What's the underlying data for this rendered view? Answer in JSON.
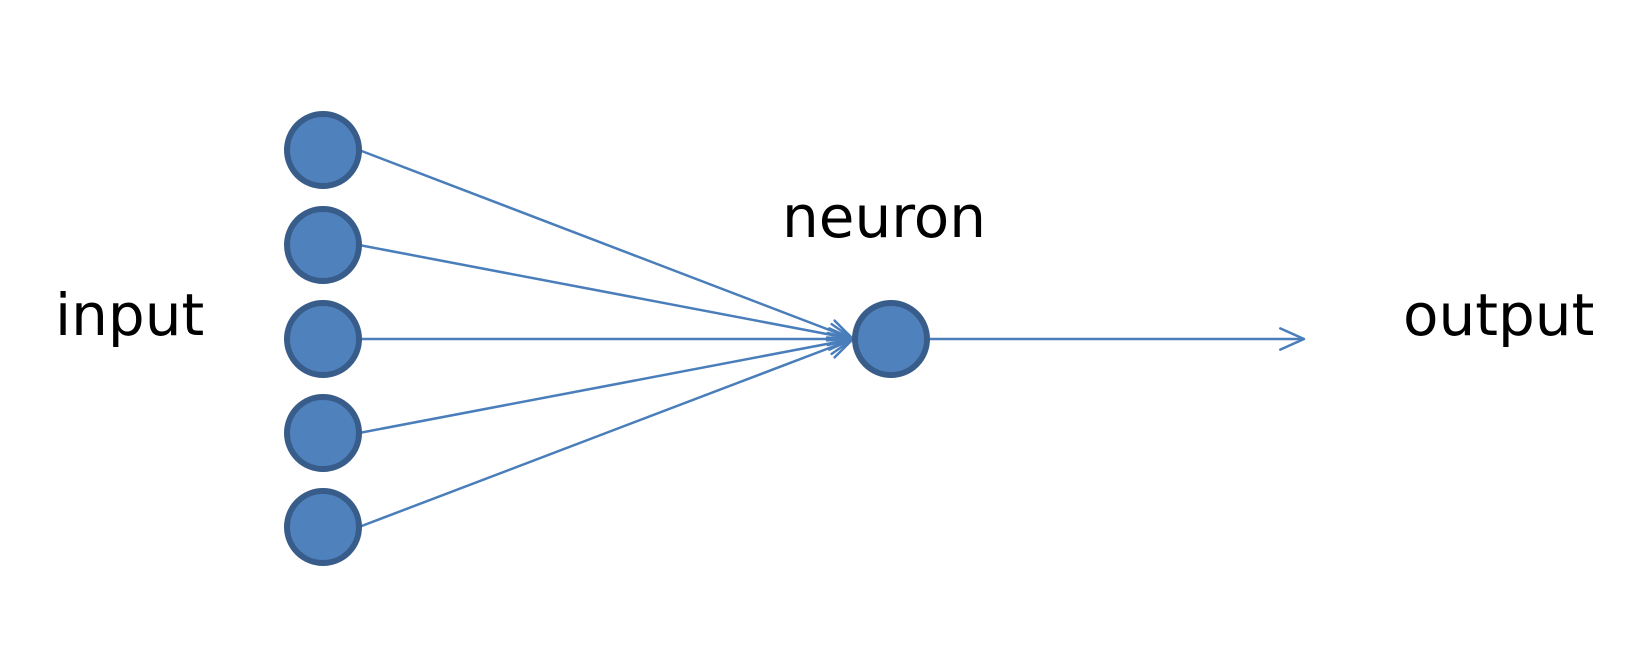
{
  "diagram": {
    "input_label": "input",
    "neuron_label": "neuron",
    "output_label": "output",
    "input_node_count": 5
  },
  "colors": {
    "node_fill": "#4F81BD",
    "node_stroke": "#385D8A",
    "edge": "#4A7EBB",
    "text": "#000000"
  }
}
